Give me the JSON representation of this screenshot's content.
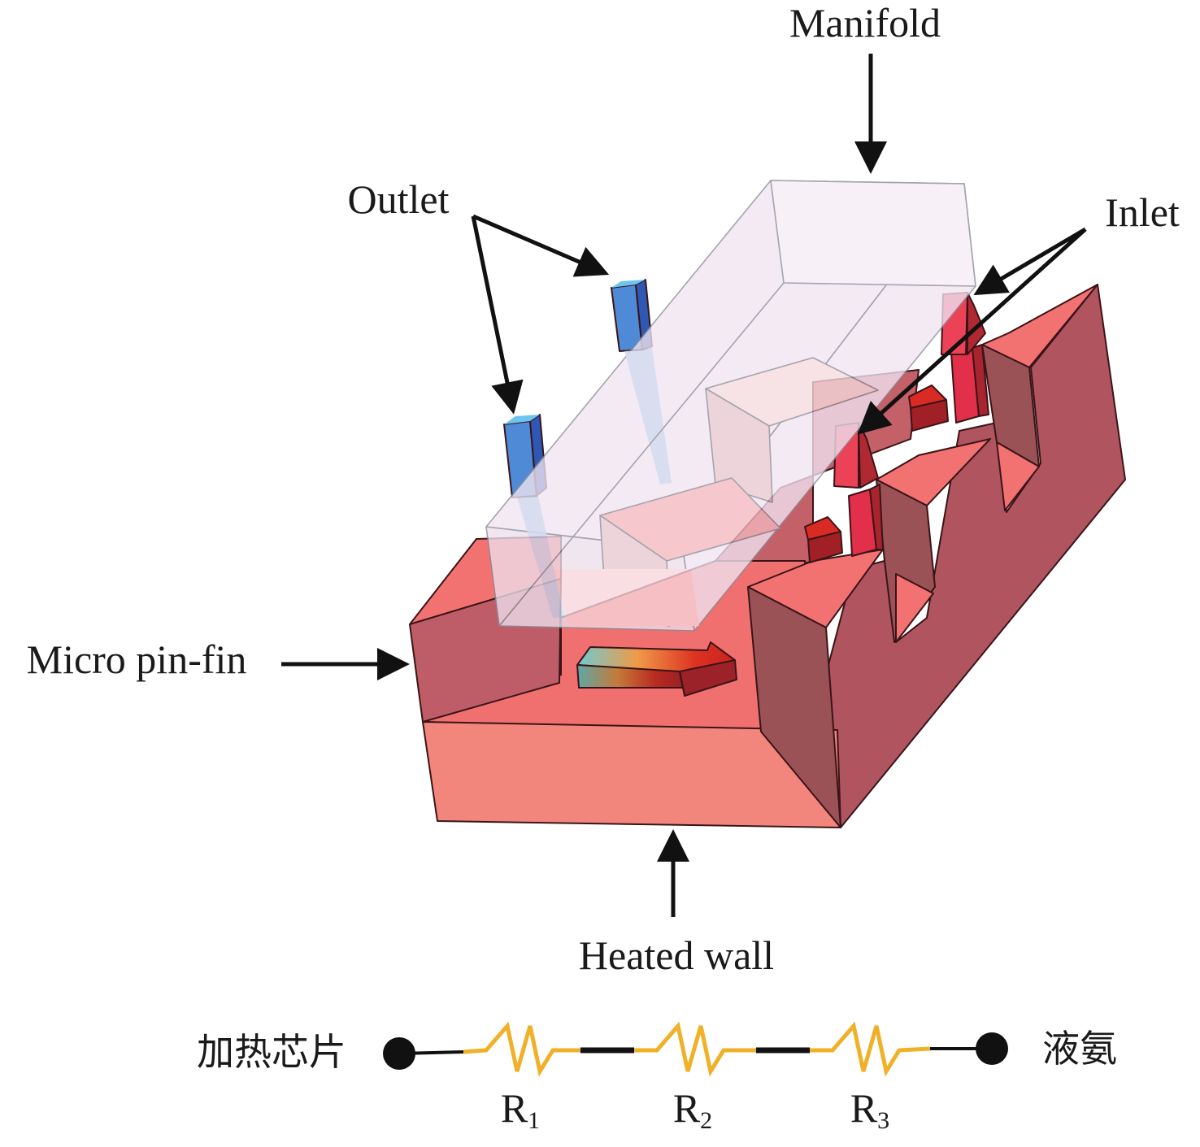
{
  "figure": {
    "type": "manifold micro pin-fin heat sink schematic with thermal resistance network",
    "labels": {
      "manifold": "Manifold",
      "outlet": "Outlet",
      "inlet": "Inlet",
      "micro_pin_fin": "Micro pin-fin",
      "heated_wall": "Heated wall"
    },
    "colors": {
      "fin_top": "#f27272",
      "fin_side_dark": "#b05560",
      "fin_side_mid": "#be5d68",
      "base_front": "#f3867c",
      "manifold_glass": "#f3e9f3",
      "outlet_arrow": "#4a8ad8",
      "inlet_arrow": "#e8344c",
      "flow_arrow_cool": "#6fc8d0",
      "flow_arrow_hot": "#d42a22",
      "resistor": "#f0b028",
      "wire": "#111111"
    }
  },
  "resistance_network": {
    "left_node_label": "加热芯片",
    "right_node_label": "液氨",
    "resistors": [
      {
        "symbol": "R",
        "index": "1"
      },
      {
        "symbol": "R",
        "index": "2"
      },
      {
        "symbol": "R",
        "index": "3"
      }
    ]
  }
}
